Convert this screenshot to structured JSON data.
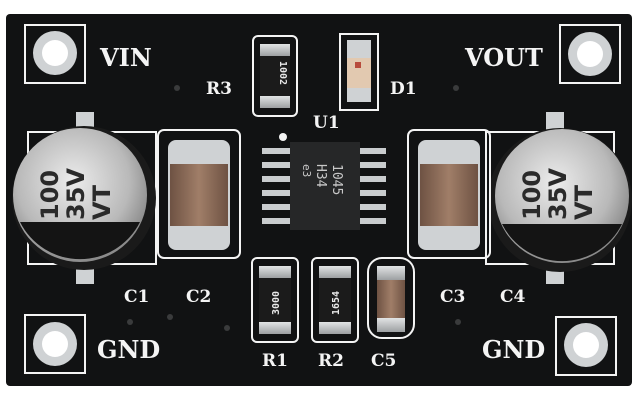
{
  "board": {
    "colors": {
      "pcb": "#111213",
      "silkscreen": "#f4f4f4",
      "pad": "#cfd2d4",
      "ceramic": "#8a6a55"
    },
    "labels": {
      "vin": "VIN",
      "vout": "VOUT",
      "gnd_left": "GND",
      "gnd_right": "GND",
      "r1": "R1",
      "r2": "R2",
      "r3": "R3",
      "c1": "C1",
      "c2": "C2",
      "c3": "C3",
      "c4": "C4",
      "c5": "C5",
      "d1": "D1",
      "u1": "U1"
    },
    "capacitor_markings": {
      "line1": "100",
      "line2": "35V",
      "line3": "VT"
    },
    "resistor_markings": {
      "r3": "1002",
      "r1": "3000",
      "r2": "1654"
    },
    "ic_markings": {
      "line1": "1045",
      "line2": "H34",
      "line3": "e3"
    }
  }
}
